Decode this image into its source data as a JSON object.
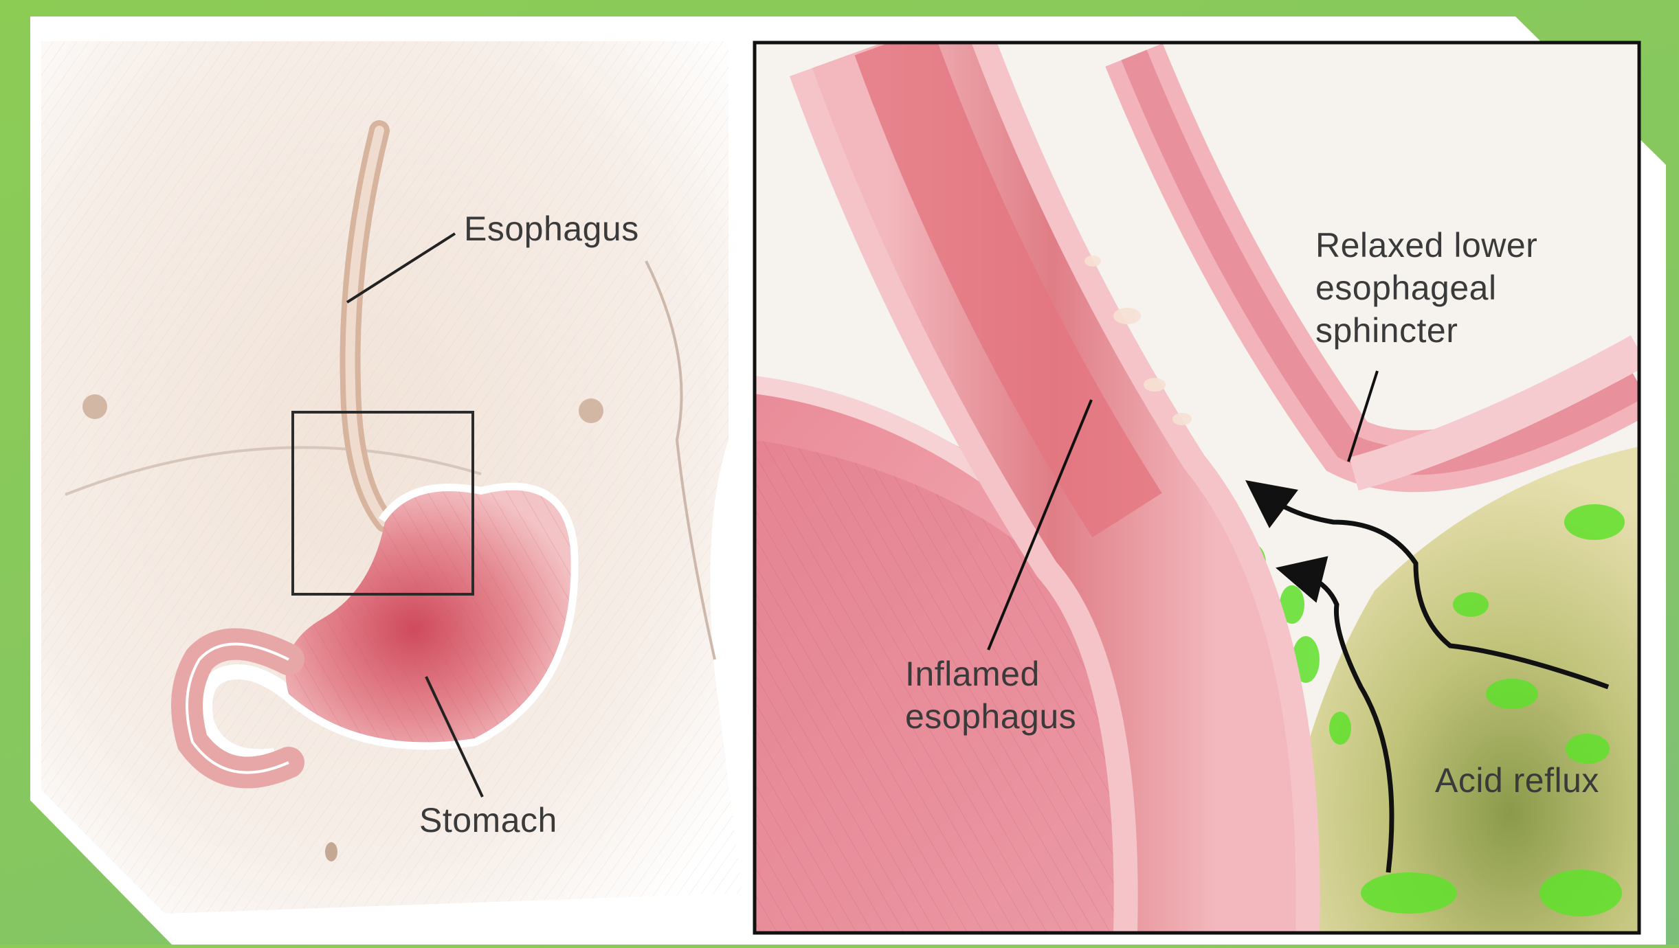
{
  "colors": {
    "frame_green": "#86c760",
    "card_white": "#ffffff",
    "skin": "#efe6df",
    "esophagus_pink": "#e69aa2",
    "stomach_red": "#d9606c",
    "acid_green": "#5fe02c",
    "label_text": "#3a3a3a"
  },
  "overview_panel": {
    "labels": {
      "esophagus": "Esophagus",
      "stomach": "Stomach"
    }
  },
  "detail_panel": {
    "labels": {
      "lower_sphincter": "Relaxed lower\nesophageal\nsphincter",
      "inflamed": "Inflamed\nesophagus",
      "acid_reflux": "Acid reflux"
    }
  }
}
